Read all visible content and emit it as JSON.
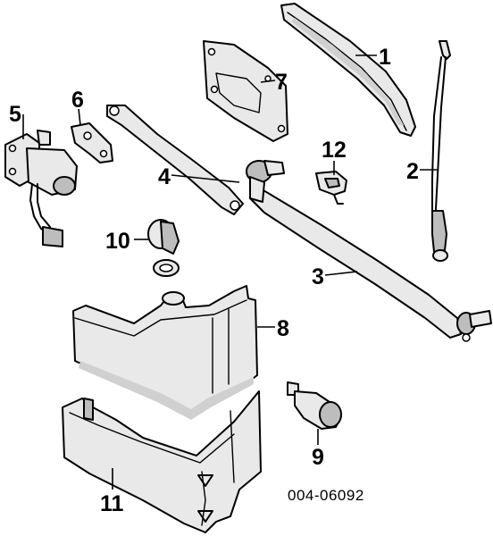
{
  "callouts": [
    {
      "id": "1",
      "label": "1"
    },
    {
      "id": "2",
      "label": "2"
    },
    {
      "id": "3",
      "label": "3"
    },
    {
      "id": "4",
      "label": "4"
    },
    {
      "id": "5",
      "label": "5"
    },
    {
      "id": "6",
      "label": "6"
    },
    {
      "id": "7",
      "label": "7"
    },
    {
      "id": "8",
      "label": "8"
    },
    {
      "id": "9",
      "label": "9"
    },
    {
      "id": "10",
      "label": "10"
    },
    {
      "id": "11",
      "label": "11"
    },
    {
      "id": "12",
      "label": "12"
    }
  ],
  "diagram_code": "004-06092"
}
